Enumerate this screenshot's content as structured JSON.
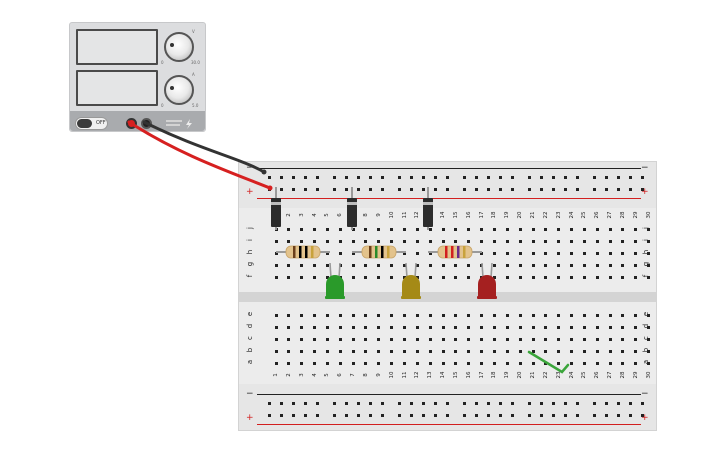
{
  "power_supply": {
    "switch_label": "OFF",
    "knob_top": {
      "label": "V",
      "min": "0",
      "max": "30.0"
    },
    "knob_bottom": {
      "label": "A",
      "min": "0",
      "max": "5.0"
    },
    "brand": "",
    "colors": {
      "body": "#dcdddf",
      "strip": "#a9abae",
      "pos_jack": "#d62020",
      "neg_jack": "#222222"
    }
  },
  "breadboard": {
    "columns": [
      "1",
      "2",
      "3",
      "4",
      "5",
      "6",
      "7",
      "8",
      "9",
      "10",
      "11",
      "12",
      "13",
      "14",
      "15",
      "16",
      "17",
      "18",
      "19",
      "20",
      "21",
      "22",
      "23",
      "24",
      "25",
      "26",
      "27",
      "28",
      "29",
      "30"
    ],
    "top_rows": [
      "j",
      "i",
      "h",
      "g",
      "f"
    ],
    "bottom_rows": [
      "e",
      "d",
      "c",
      "b",
      "a"
    ],
    "rail_minus": "−",
    "rail_plus": "+",
    "colors": {
      "rail_red": "#d21f1f",
      "rail_black": "#222222"
    }
  },
  "components": {
    "diodes": [
      "diode-col-1",
      "diode-col-8",
      "diode-col-14"
    ],
    "resistors": [
      "resistor-1",
      "resistor-2",
      "resistor-3"
    ],
    "leds": [
      {
        "name": "led-green",
        "color": "#2a9a2a"
      },
      {
        "name": "led-yellow",
        "color": "#a58a16"
      },
      {
        "name": "led-red",
        "color": "#a52020"
      }
    ],
    "jumper_color": "#3aa53a",
    "wires": {
      "positive": "#d62020",
      "negative": "#333333"
    }
  }
}
